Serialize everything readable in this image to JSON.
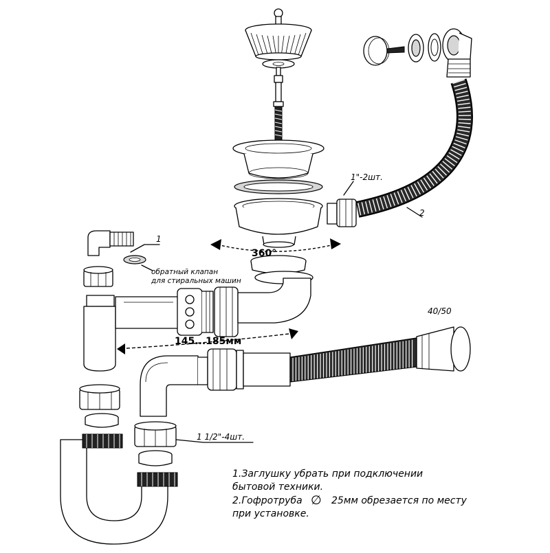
{
  "labels": {
    "callout_1": "1",
    "callout_2": "2",
    "callout_1_2_pcs": "1\"-2шт.",
    "callout_1_half_4_pcs": "1 1/2\"-4шт.",
    "size_40_50": "40/50",
    "rotation": "360°",
    "dimension": "145...185мм",
    "check_valve_line1": "обратный клапан",
    "check_valve_line2": "для стиральных машин"
  },
  "notes": {
    "line1": "1.Заглушку убрать при подключении",
    "line2": "бытовой техники.",
    "line3_a": "2.Гофротруба",
    "line3_diameter": "∅",
    "line3_b": "25мм обрезается по месту",
    "line4": "при установке."
  }
}
